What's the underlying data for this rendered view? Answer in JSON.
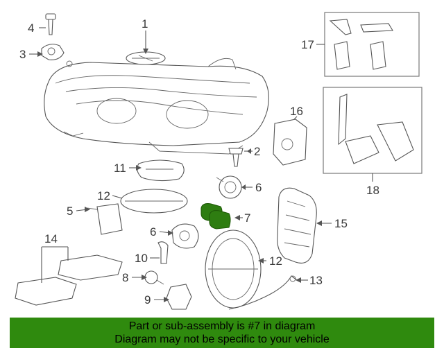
{
  "diagram": {
    "callouts": {
      "c1": "1",
      "c2": "2",
      "c3": "3",
      "c4": "4",
      "c5": "5",
      "c6a": "6",
      "c6b": "6",
      "c7": "7",
      "c8": "8",
      "c9": "9",
      "c10": "10",
      "c11": "11",
      "c12a": "12",
      "c12b": "12",
      "c13": "13",
      "c14": "14",
      "c15": "15",
      "c16": "16",
      "c17": "17",
      "c18": "18"
    },
    "highlight_color": "#2e7d11"
  },
  "banner": {
    "line1": "Part or sub-assembly is #7 in diagram",
    "line2": "Diagram may not be specific to your vehicle",
    "background": "#2f8a0e"
  }
}
